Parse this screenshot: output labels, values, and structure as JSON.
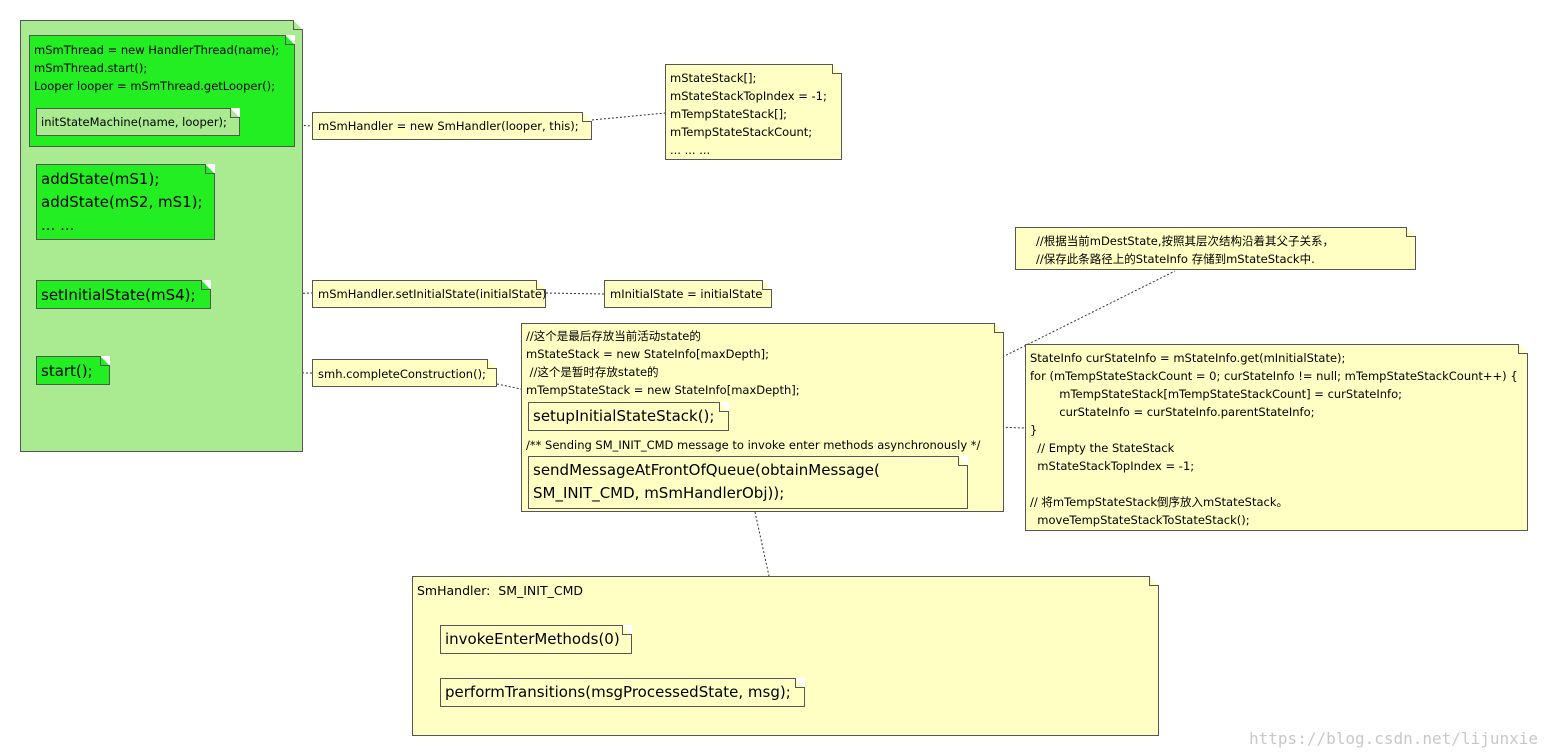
{
  "main_frame": {
    "thread_lines": [
      "mSmThread = new HandlerThread(name);",
      "mSmThread.start();",
      "Looper looper = mSmThread.getLooper();"
    ],
    "init_state_machine": "initStateMachine(name, looper);",
    "add_states": [
      "addState(mS1);",
      "addState(mS2, mS1);",
      "... ..."
    ],
    "set_initial_state": "setInitialState(mS4);",
    "start": "start();"
  },
  "notes": {
    "sm_handler": "mSmHandler = new SmHandler(looper, this);",
    "state_stack_fields": [
      "mStateStack[];",
      "mStateStackTopIndex = -1;",
      "mTempStateStack[];",
      "mTempStateStackCount;",
      "... ... ..."
    ],
    "handler_set_initial": "mSmHandler.setInitialState(initialState)",
    "initial_state_assign": "mInitialState = initialState",
    "complete_construction": "smh.completeConstruction();",
    "comment_top": [
      "//根据当前mDestState,按照其层次结构沿着其父子关系，",
      "//保存此条路径上的StateInfo 存储到mStateStack中."
    ],
    "construction_lines": [
      "//这个是最后存放当前活动state的",
      "mStateStack = new StateInfo[maxDepth];",
      " //这个是暂时存放state的",
      "mTempStateStack = new StateInfo[maxDepth];"
    ],
    "setup_initial_stack": "setupInitialStateStack();",
    "send_comment": "/** Sending SM_INIT_CMD message to invoke enter methods asynchronously */",
    "send_message": [
      "sendMessageAtFrontOfQueue(obtainMessage(",
      "SM_INIT_CMD, mSmHandlerObj));"
    ],
    "state_info_lines": [
      "StateInfo curStateInfo = mStateInfo.get(mInitialState);",
      "for (mTempStateStackCount = 0; curStateInfo != null; mTempStateStackCount++) {",
      "        mTempStateStack[mTempStateStackCount] = curStateInfo;",
      "        curStateInfo = curStateInfo.parentStateInfo;",
      "}",
      "  // Empty the StateStack",
      "  mStateStackTopIndex = -1;",
      "",
      "// 将mTempStateStack倒序放入mStateStack。",
      "  moveTempStateStackToStateStack();"
    ],
    "sm_handler_title": "SmHandler:  SM_INIT_CMD",
    "invoke_enter": "invokeEnterMethods(0)",
    "perform_transitions": "performTransitions(msgProcessedState, msg);"
  },
  "watermark": "https://blog.csdn.net/lijunxie",
  "colors": {
    "yellow_note": "#ffffc4",
    "green_note": "#22ee22",
    "light_green_frame": "#aaea91"
  }
}
